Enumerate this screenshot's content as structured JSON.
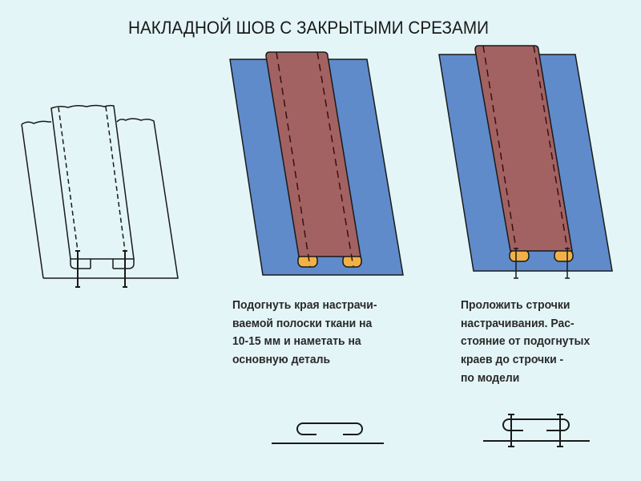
{
  "title": "НАКЛАДНОЙ ШОВ С ЗАКРЫТЫМИ СРЕЗАМИ",
  "steps": [
    {
      "lines": [
        "Подогнуть края настрачи-",
        "ваемой полоски ткани на",
        "10-15 мм и наметать на",
        "основную деталь"
      ]
    },
    {
      "lines": [
        "Проложить строчки",
        "настрачивания. Рас-",
        "стояние от подогнутых",
        "краев до строчки -",
        "по модели"
      ]
    }
  ],
  "colors": {
    "background": "#e4f5f7",
    "base_fabric": "#5f8bcb",
    "strip": "#a36262",
    "fold": "#f0b246",
    "line": "#1a1a1a"
  }
}
